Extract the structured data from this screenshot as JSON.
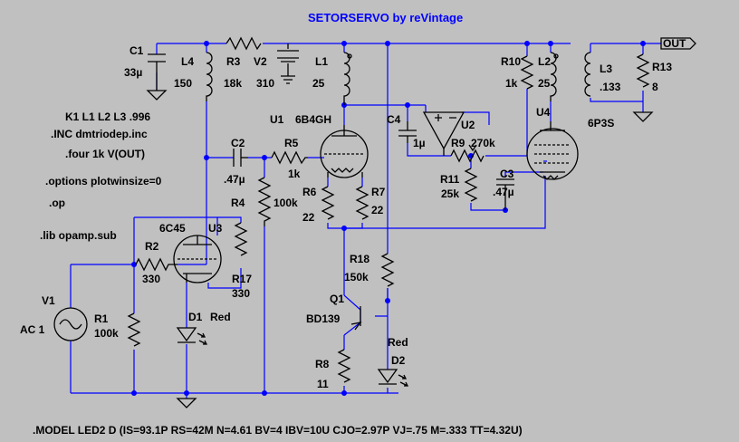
{
  "title": "SETORSERVO by reVintage",
  "port_out": "OUT",
  "directives": [
    "K1 L1 L2 L3 .996",
    ".INC dmtriodep.inc",
    ".four 1k V(OUT)",
    ".options plotwinsize=0",
    ".op",
    ".lib opamp.sub"
  ],
  "model_line": ".MODEL LED2 D (IS=93.1P RS=42M N=4.61 BV=4 IBV=10U CJO=2.97P VJ=.75 M=.333 TT=4.32U)",
  "components": {
    "C1": {
      "name": "C1",
      "value": "33µ"
    },
    "L4": {
      "name": "L4",
      "value": "150"
    },
    "R3": {
      "name": "R3",
      "value": "18k"
    },
    "V2": {
      "name": "V2",
      "value": "310"
    },
    "L1": {
      "name": "L1",
      "value": "25"
    },
    "R10": {
      "name": "R10",
      "value": "1k"
    },
    "L2": {
      "name": "L2",
      "value": "25"
    },
    "L3": {
      "name": "L3",
      "value": ".133"
    },
    "R13": {
      "name": "R13",
      "value": "8"
    },
    "U1": {
      "name": "U1",
      "value": "6B4GH"
    },
    "C4": {
      "name": "C4",
      "value": "1µ"
    },
    "U2": {
      "name": "U2",
      "value": ""
    },
    "U4": {
      "name": "U4",
      "value": "6P3S"
    },
    "C2": {
      "name": "C2",
      "value": ".47µ"
    },
    "R5": {
      "name": "R5",
      "value": "1k"
    },
    "R9": {
      "name": "R9",
      "value": "270k"
    },
    "R11": {
      "name": "R11",
      "value": "25k"
    },
    "C3": {
      "name": "C3",
      "value": ".47µ"
    },
    "R4": {
      "name": "R4",
      "value": "100k"
    },
    "R6": {
      "name": "R6",
      "value": "22"
    },
    "R7": {
      "name": "R7",
      "value": "22"
    },
    "U3": {
      "name": "U3",
      "value": "6C45"
    },
    "R2": {
      "name": "R2",
      "value": "330"
    },
    "R17": {
      "name": "R17",
      "value": "330"
    },
    "R18": {
      "name": "R18",
      "value": "150k"
    },
    "V1": {
      "name": "V1",
      "value": "AC 1"
    },
    "R1": {
      "name": "R1",
      "value": "100k"
    },
    "D1": {
      "name": "D1",
      "value": "Red"
    },
    "Q1": {
      "name": "Q1",
      "value": "BD139"
    },
    "R8": {
      "name": "R8",
      "value": "11"
    },
    "D2": {
      "name": "D2",
      "value": "Red"
    }
  },
  "colors": {
    "background": "#c0c0c0",
    "wire": "#0000ff",
    "component": "#000000",
    "title": "#0000ff"
  }
}
